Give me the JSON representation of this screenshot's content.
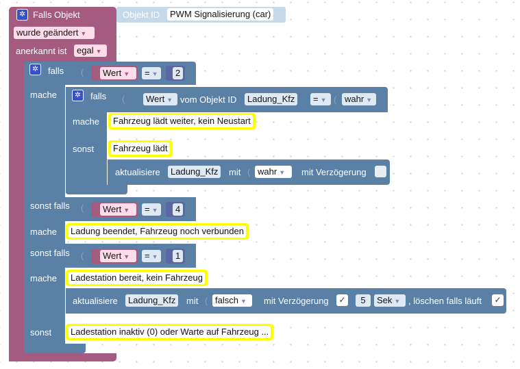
{
  "trigger": {
    "title": "Falls Objekt",
    "object_id_label": "Objekt ID",
    "object_id_value": "PWM Signalisierung (car)",
    "change_option": "wurde geändert",
    "ack_label": "anerkannt ist",
    "ack_value": "egal"
  },
  "outer_if": {
    "falls_label": "falls",
    "mache_label": "mache",
    "sonst_falls_label": "sonst falls",
    "sonst_label": "sonst",
    "cond1": {
      "var": "Wert",
      "op": "=",
      "num": "2"
    },
    "cond2": {
      "var": "Wert",
      "op": "=",
      "num": "4"
    },
    "cond3": {
      "var": "Wert",
      "op": "=",
      "num": "1"
    },
    "note2": "Ladung beendet, Fahrzeug noch verbunden",
    "note3": "Ladestation bereit, kein Fahrzeug",
    "note_else": "Ladestation inaktiv (0) oder Warte auf Fahrzeug ..."
  },
  "inner_if": {
    "falls_label": "falls",
    "mache_label": "mache",
    "sonst_label": "sonst",
    "get_attr": "Wert",
    "from_object_label": "vom Objekt ID",
    "object": "Ladung_Kfz",
    "op": "=",
    "value": "wahr",
    "note_then": "Fahrzeug lädt weiter, kein Neustart",
    "note_else": "Fahrzeug lädt",
    "update_label": "aktualisiere",
    "update_object": "Ladung_Kfz",
    "with_label": "mit",
    "update_value": "wahr",
    "delay_label": "mit Verzögerung"
  },
  "update2": {
    "label": "aktualisiere",
    "object": "Ladung_Kfz",
    "with_label": "mit",
    "value": "falsch",
    "delay_label": "mit Verzögerung",
    "delay_checked": true,
    "delay_value": "5",
    "unit": "Sek",
    "clear_label": ", löschen falls läuft",
    "clear_checked": true
  },
  "icons": {
    "gear": "gear-icon",
    "dropdown": "dropdown-arrow-icon",
    "check": "checkmark-icon"
  },
  "colors": {
    "trigger_block": "#a55b80",
    "control_block": "#5b80a5",
    "comment_note": "#ffff00"
  }
}
